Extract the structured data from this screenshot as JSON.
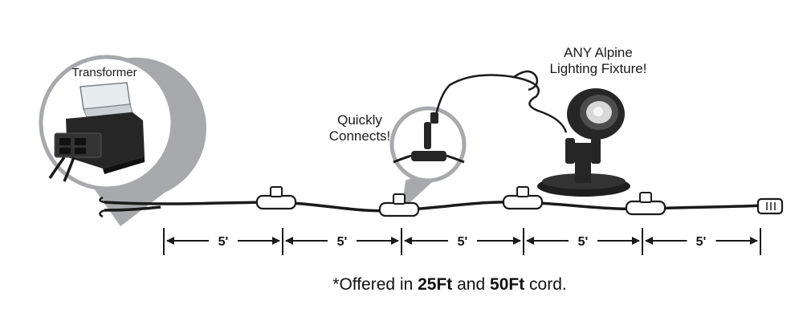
{
  "labels": {
    "transformer": "Transformer",
    "quickly_connects_line1": "Quickly",
    "quickly_connects_line2": "Connects!",
    "fixture_line1": "ANY Alpine",
    "fixture_line2": "Lighting Fixture!"
  },
  "segments": [
    "5'",
    "5'",
    "5'",
    "5'",
    "5'"
  ],
  "footnote": {
    "prefix": "*Offered in ",
    "length1": "25Ft",
    "middle": " and ",
    "length2": "50Ft",
    "suffix": " cord."
  },
  "colors": {
    "callout_gray": "#a7a9ac",
    "cord": "#1a1a1a",
    "device_black": "#262626"
  },
  "icons": [
    "transformer-icon",
    "t-connector-icon",
    "spotlight-icon",
    "plug-end-icon"
  ]
}
